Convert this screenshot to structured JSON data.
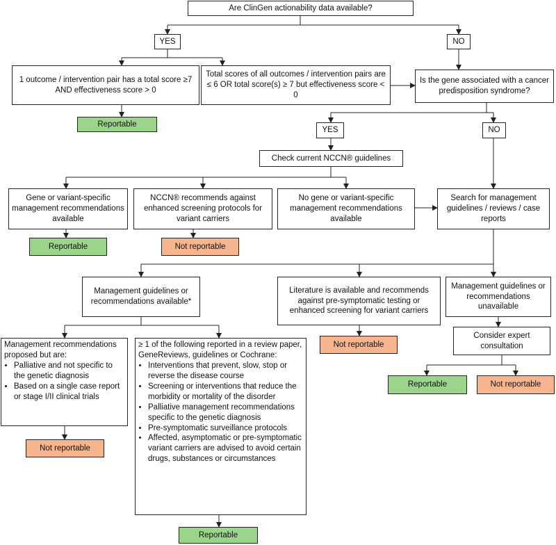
{
  "start": "Are ClinGen actionability data available?",
  "yes": "YES",
  "no": "NO",
  "one_pair": "1 outcome / intervention pair has a total score ≥7 AND effectiveness score > 0",
  "total_scores": "Total scores of all outcomes / intervention pairs are ≤ 6 OR total score(s) ≥ 7 but effectiveness score < 0",
  "cancer_q": "Is the gene associated with a cancer predisposition syndrome?",
  "reportable": "Reportable",
  "not_reportable": "Not reportable",
  "nccn_check": "Check current NCCN® guidelines",
  "gene_specific": "Gene or variant-specific management recommendations available",
  "nccn_against": "NCCN® recommends against enhanced screening protocols for variant carriers",
  "no_gene_specific": "No gene or variant-specific management recommendations available",
  "search": "Search for management guidelines / reviews / case reports",
  "mgmt_available": "Management guidelines or recommendations available*",
  "literature_against": "Literature is available and recommends against pre-symptomatic testing or enhanced screening for variant carriers",
  "mgmt_unavailable": "Management guidelines or recommendations unavailable",
  "expert": "Consider expert consultation",
  "proposed": {
    "lead": "Management recommendations proposed but are:",
    "items": [
      "Palliative and not specific to the genetic diagnosis",
      "Based on a single case report or stage I/II clinical trials"
    ]
  },
  "reported": {
    "lead": "≥ 1 of the following  reported in a review paper, GeneReviews, guidelines or Cochrane:",
    "items": [
      "Interventions that prevent, slow, stop or reverse the disease course",
      "Screening or interventions that reduce the morbidity or mortality of the disorder",
      "Palliative management recommendations specific to the genetic diagnosis",
      "Pre-symptomatic surveillance protocols",
      "Affected, asymptomatic or pre-symptomatic variant carriers are advised to avoid certain drugs, substances or circumstances"
    ]
  },
  "colors": {
    "reportable": "#9bd58b",
    "not_reportable": "#f7b58f",
    "line": "#222222"
  }
}
